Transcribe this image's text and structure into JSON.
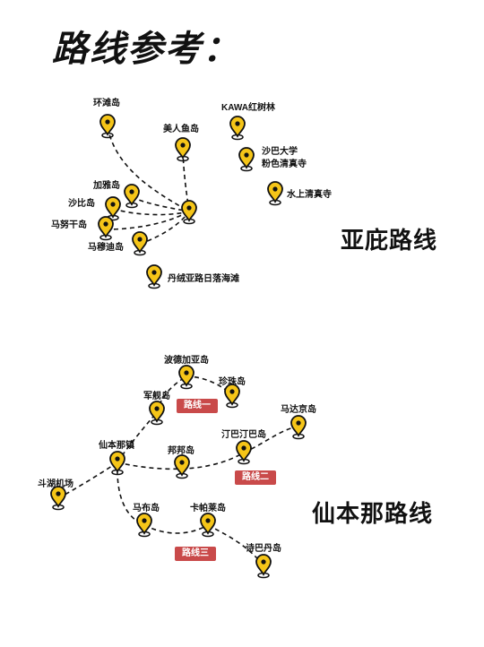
{
  "title": "路线参考：",
  "route_titles": {
    "yading": "亚庇路线",
    "semporna": "仙本那路线"
  },
  "colors": {
    "pin_fill": "#f5c518",
    "pin_stroke": "#111111",
    "tag_bg": "#c94a4a"
  },
  "pin_icon": "map-pin-icon",
  "places": {
    "huantan": "环滩岛",
    "meirenyu": "美人鱼岛",
    "kawa": "KAWA红树林",
    "shaba_univ_1": "沙巴大学",
    "shaba_univ_2": "粉色清真寺",
    "jiaya": "加雅岛",
    "shabi": "沙比岛",
    "manugan": "马努干岛",
    "madi": "马穆迪岛",
    "shuishang": "水上清真寺",
    "danrong": "丹绒亚路日落海滩",
    "bode": "波德加亚岛",
    "zhenzhu": "珍珠岛",
    "junjian": "军舰岛",
    "madajing": "马达京岛",
    "dingba": "汀巴汀巴岛",
    "xianben": "仙本那镇",
    "bangbang": "邦邦岛",
    "douhu": "斗湖机场",
    "mabu": "马布岛",
    "kapa": "卡帕莱岛",
    "shiba": "诗巴丹岛"
  },
  "route_tags": {
    "r1": "路线一",
    "r2": "路线二",
    "r3": "路线三"
  }
}
